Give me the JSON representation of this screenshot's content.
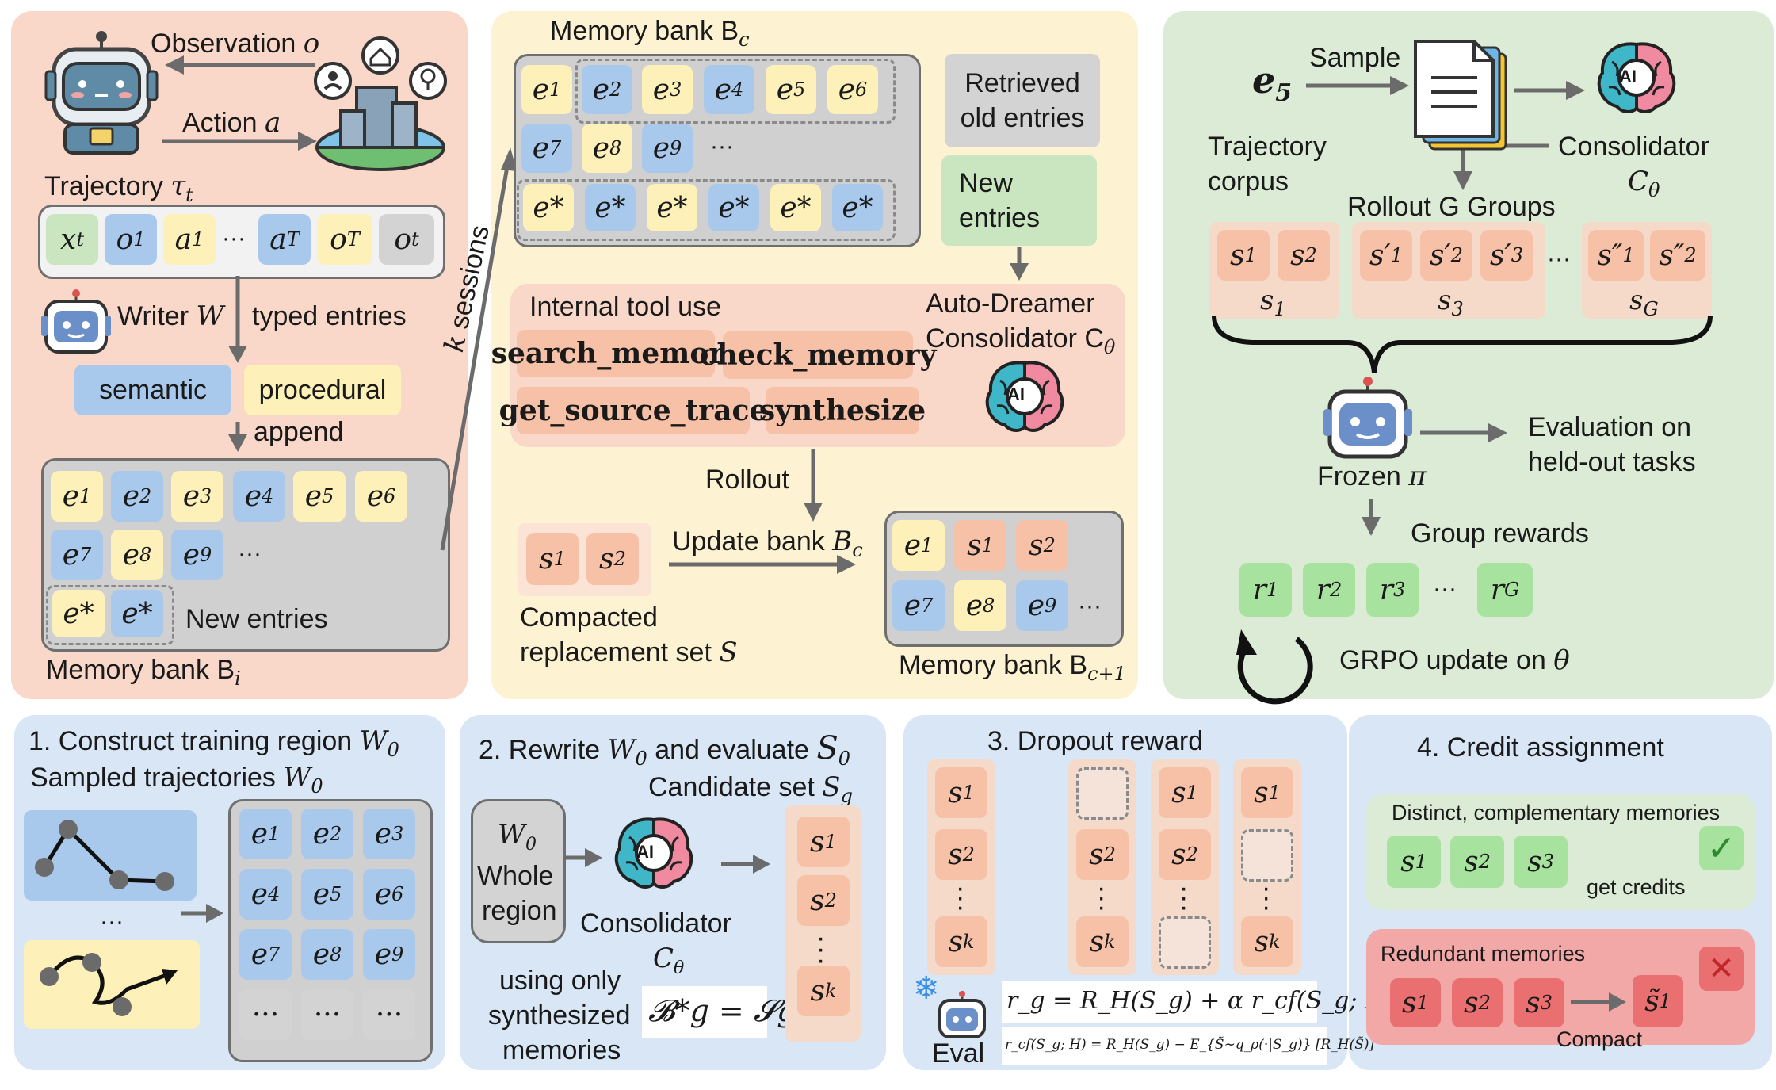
{
  "top_left": {
    "observation_label": "Observation",
    "observation_var": "o",
    "action_label": "Action",
    "action_var": "a",
    "trajectory_label": "Trajectory",
    "trajectory_var": "τ",
    "trajectory_sub": "t",
    "trajectory_tokens": [
      "x",
      "o",
      "a",
      "···",
      "a",
      "o",
      "o"
    ],
    "trajectory_subs": [
      "t",
      "1",
      "1",
      "",
      "T",
      "T",
      "t"
    ],
    "writer_label": "Writer",
    "writer_var": "W",
    "typed_entries_label": "typed entries",
    "semantic_label": "semantic",
    "procedural_label": "procedural",
    "append_label": "append",
    "k_sessions_label": "k sessions",
    "entries_row1": [
      "1",
      "2",
      "3",
      "4",
      "5",
      "6"
    ],
    "entries_row2": [
      "7",
      "8",
      "9"
    ],
    "ellipsis": "···",
    "new_entries_label": "New entries",
    "memory_bank_label": "Memory bank B",
    "memory_bank_sub": "i"
  },
  "top_middle": {
    "memory_bank_label": "Memory bank B",
    "memory_bank_sub": "c",
    "entries_row1": [
      "1",
      "2",
      "3",
      "4",
      "5",
      "6"
    ],
    "entries_row2": [
      "7",
      "8",
      "9"
    ],
    "ellipsis": "···",
    "retrieved_label_1": "Retrieved",
    "retrieved_label_2": "old entries",
    "new_label_1": "New",
    "new_label_2": "entries",
    "tool_use_label": "Internal tool use",
    "tools": [
      "search_memory",
      "check_memory",
      "get_source_trace",
      "synthesize"
    ],
    "consolidator_label_1": "Auto-Dreamer",
    "consolidator_label_2": "Consolidator C",
    "theta": "θ",
    "rollout_label": "Rollout",
    "update_label": "Update bank",
    "update_var": "B",
    "update_sub": "c",
    "compacted_label_1": "Compacted",
    "compacted_label_2": "replacement set",
    "compacted_var": "S",
    "next_bank_label": "Memory bank B",
    "next_bank_sub": "c+1",
    "s_subs": [
      "1",
      "2"
    ],
    "ai_text": "AI"
  },
  "top_right": {
    "e5_var": "e",
    "e5_sub": "5",
    "sample_label": "Sample",
    "corpus_label_1": "Trajectory",
    "corpus_label_2": "corpus",
    "consolidator_label": "Consolidator",
    "consolidator_var": "C",
    "theta": "θ",
    "rollout_groups_label": "Rollout G Groups",
    "group_labels": [
      "s",
      "s",
      "s"
    ],
    "group_label_subs": [
      "1",
      "3",
      "G"
    ],
    "frozen_label": "Frozen",
    "frozen_var": "π",
    "evaluation_label_1": "Evaluation on",
    "evaluation_label_2": "held-out tasks",
    "group_rewards_label": "Group rewards",
    "rewards_subs": [
      "1",
      "2",
      "3",
      "G"
    ],
    "grpo_label": "GRPO update on",
    "grpo_var": "θ",
    "ai_text": "AI",
    "ellipsis": "···"
  },
  "bottom": {
    "p1_title": "1. Construct training region",
    "p1_var": "W",
    "p1_sub": "0",
    "p1_sampled": "Sampled trajectories",
    "p1_grid": [
      "1",
      "2",
      "3",
      "4",
      "5",
      "6",
      "7",
      "8",
      "9"
    ],
    "p1_ellipsis": "···",
    "p2_title": "2. Rewrite",
    "p2_title_mid": "and evaluate",
    "p2_title_var2": "S",
    "p2_candidate": "Candidate set",
    "p2_whole_1": "Whole",
    "p2_whole_2": "region",
    "p2_consolidator": "Consolidator",
    "p2_using_1": "using only",
    "p2_using_2": "synthesized",
    "p2_using_3": "memories",
    "p2_formula": "𝓑*g = 𝓢g",
    "p3_title": "3. Dropout reward",
    "p3_eval": "Eval",
    "p3_formula_1": "r_g = R_H(S_g) + α r_cf(S_g; H)",
    "p3_formula_2": "r_cf(S_g; H) = R_H(S_g) − E_{S̃∼q_ρ(·|S_g)} [R_H(S̃)]",
    "p4_title": "4. Credit assignment",
    "p4_distinct": "Distinct, complementary memories",
    "p4_get_credits": "get credits",
    "p4_redundant": "Redundant memories",
    "p4_compact": "Compact",
    "check_mark": "✓",
    "cross_mark": "✕"
  },
  "colors": {
    "pink_panel": "#f9d7c9",
    "yellow_panel": "#fdf3d3",
    "green_panel": "#dcebd5",
    "blue_panel": "#d8e6f5",
    "entry_yellow": "#fdf0b8",
    "entry_blue": "#a9c9ec",
    "entry_salmon": "#f6c1a7",
    "reward_green": "#a8e29f",
    "redundant_red": "#e96f70"
  }
}
